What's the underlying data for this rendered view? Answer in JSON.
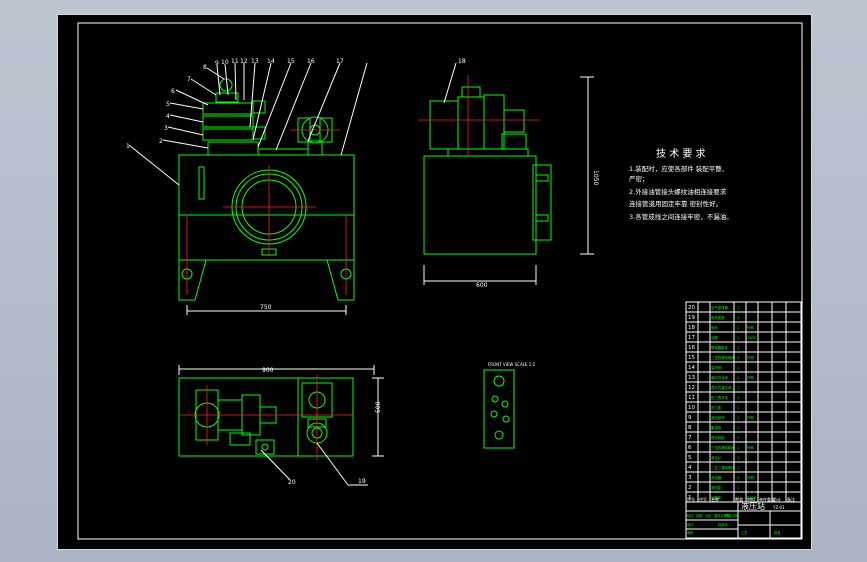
{
  "drawing": {
    "title": "液压站",
    "code": "YZ-01",
    "tech_title": "技 术 要 求",
    "tech_lines": [
      "1.装配时，应使各部件 装配平整、",
      "严密；",
      "2.外接油管接头螺纹油相连接要求",
      "连接管道用固定牢靠 密封性好。",
      "3.各管成线之间连接牢密，不漏油。"
    ],
    "dims": {
      "front_width": "750",
      "side_width": "600",
      "side_height": "1050",
      "plan_width": "900",
      "plan_depth": "500"
    },
    "view_note": "FRONT VIEW SCALE 1:2",
    "callouts_front": [
      "1",
      "2",
      "3",
      "4",
      "5",
      "6",
      "7",
      "8",
      "9",
      "10",
      "11",
      "12",
      "13",
      "14",
      "15",
      "16",
      "17"
    ],
    "callout_side": "18",
    "callout_plan_left": "20",
    "callout_plan_right": "19"
  },
  "bom": {
    "rows": [
      {
        "no": "20",
        "name": "空气滤清器",
        "qty": "1",
        "note": ""
      },
      {
        "no": "19",
        "name": "电机底座",
        "qty": "1",
        "note": ""
      },
      {
        "no": "18",
        "name": "电机",
        "qty": "1",
        "note": "外购"
      },
      {
        "no": "17",
        "name": "油箱",
        "qty": "1",
        "note": "Q235"
      },
      {
        "no": "16",
        "name": "联轴器组件",
        "qty": "1",
        "note": ""
      },
      {
        "no": "15",
        "name": "二位四通电磁阀",
        "qty": "1",
        "note": "外购"
      },
      {
        "no": "14",
        "name": "溢流阀",
        "qty": "1",
        "note": ""
      },
      {
        "no": "13",
        "name": "单向节流阀",
        "qty": "2",
        "note": "外购"
      },
      {
        "no": "12",
        "name": "叠加式减压阀",
        "qty": "1",
        "note": ""
      },
      {
        "no": "11",
        "name": "压力表开关",
        "qty": "1",
        "note": ""
      },
      {
        "no": "10",
        "name": "压力表",
        "qty": "1",
        "note": ""
      },
      {
        "no": "9",
        "name": "液压阀块",
        "qty": "1",
        "note": "外购"
      },
      {
        "no": "8",
        "name": "集成块",
        "qty": "1",
        "note": ""
      },
      {
        "no": "7",
        "name": "叠加阀组",
        "qty": "1",
        "note": ""
      },
      {
        "no": "6",
        "name": "三位四通电磁阀",
        "qty": "1",
        "note": "外购"
      },
      {
        "no": "5",
        "name": "液位计",
        "qty": "1",
        "note": ""
      },
      {
        "no": "4",
        "name": "二位三通电磁阀",
        "qty": "1",
        "note": ""
      },
      {
        "no": "3",
        "name": "滤油器",
        "qty": "1",
        "note": "外购"
      },
      {
        "no": "2",
        "name": "液压泵",
        "qty": "1",
        "note": ""
      },
      {
        "no": "1",
        "name": "油箱体",
        "qty": "1",
        "note": "Q235"
      }
    ],
    "header": [
      "序号",
      "代号",
      "名称",
      "数量",
      "材料",
      "单件重量",
      "总计",
      "备注"
    ],
    "title_block_left": [
      "标记",
      "处数",
      "分区",
      "更改文件号",
      "签名",
      "日期"
    ],
    "title_block_row2": [
      "设计",
      "",
      "标准化"
    ],
    "title_block_row3": [
      "审核"
    ],
    "title_block_row4": [
      "工艺",
      "",
      "批准"
    ]
  }
}
